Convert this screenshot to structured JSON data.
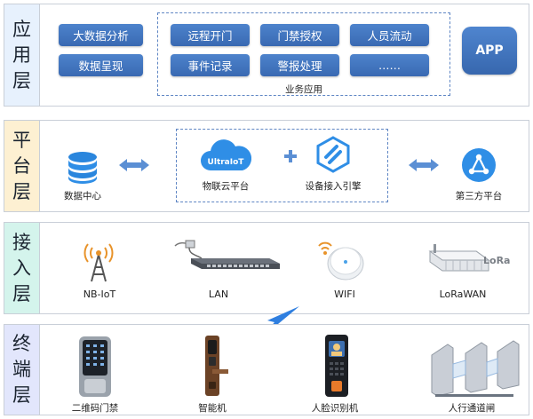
{
  "layers": {
    "app": {
      "label": [
        "应",
        "用",
        "层"
      ],
      "left_buttons": [
        "大数据分析",
        "数据呈现"
      ],
      "center_buttons": [
        "远程开门",
        "门禁授权",
        "人员流动",
        "事件记录",
        "警报处理",
        "……"
      ],
      "group_caption": "业务应用",
      "app_button": "APP"
    },
    "platform": {
      "label": [
        "平",
        "台",
        "层"
      ],
      "data_center": "数据中心",
      "iot_cloud": "物联云平台",
      "iot_logo_text": "UltraIoT",
      "access_engine": "设备接入引擎",
      "third_party": "第三方平台"
    },
    "access": {
      "label": [
        "接",
        "入",
        "层"
      ],
      "items": [
        "NB-IoT",
        "LAN",
        "WIFI",
        "LoRaWAN"
      ],
      "lora_logo": "LoRa"
    },
    "terminal": {
      "label": [
        "终",
        "端",
        "层"
      ],
      "items": [
        "二维码门禁",
        "智能机",
        "人脸识别机",
        "人行通道闸"
      ]
    }
  },
  "colors": {
    "button_blue": "#3f72bd",
    "app_side": "#e7f1fd",
    "platform_side": "#fdf0d2",
    "access_side": "#d4f4ec",
    "terminal_side": "#e2e6fc",
    "accent": "#2f8ee6"
  }
}
